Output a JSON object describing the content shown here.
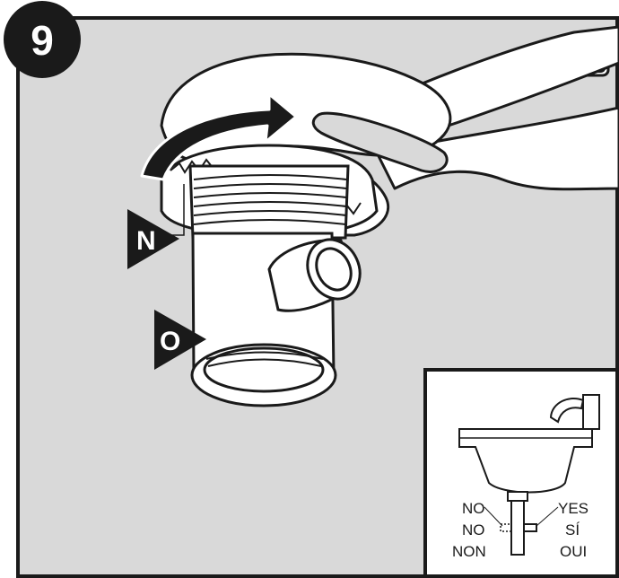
{
  "step": {
    "number": "9"
  },
  "callouts": {
    "n": "N",
    "o": "O"
  },
  "inset": {
    "wrong_lines": [
      "NO",
      "NO",
      "NON"
    ],
    "right_lines": [
      "YES",
      "SÍ",
      "OUI"
    ]
  },
  "icons": {
    "corner": "drain-pipe-icon",
    "rotation": "clockwise-arrow-icon",
    "tool": "pliers-icon"
  },
  "colors": {
    "background_panel": "#d9d9d9",
    "outline": "#1a1a1a",
    "badge": "#1a1a1a",
    "part_fill": "#ffffff"
  }
}
